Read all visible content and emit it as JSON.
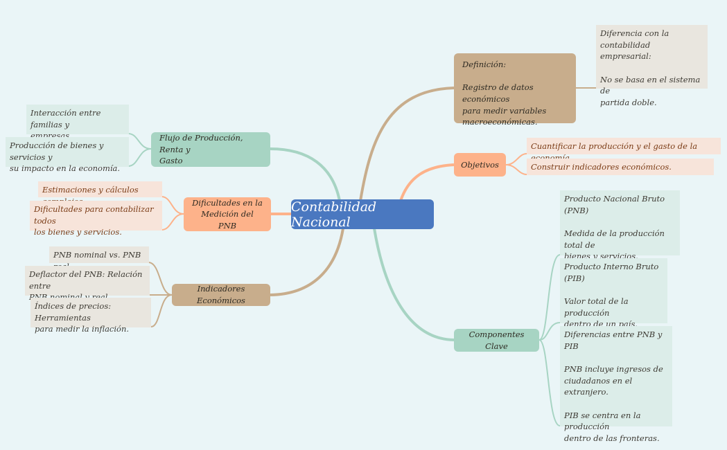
{
  "central": {
    "label": "Contabilidad Nacional"
  },
  "topics": {
    "definicion": {
      "label": "Definición:\n\n Registro de datos económicos\npara medir variables\nmacroeconómicas.",
      "subs": [
        "Diferencia con la contabilidad\nempresarial:\n\n No se basa en el sistema de\npartida doble."
      ]
    },
    "objetivos": {
      "label": "Objetivos",
      "subs": [
        "Cuantificar la producción y el gasto de la economía.",
        "Construir indicadores económicos."
      ]
    },
    "componentes": {
      "label": "Componentes Clave",
      "subs": [
        "Producto Nacional Bruto (PNB)\n\nMedida de la producción total de\nbienes y servicios.",
        "Producto Interno Bruto (PIB)\n\nValor total de la producción\ndentro de un país.",
        "Diferencias entre PNB y PIB\n\nPNB incluye ingresos de\nciudadanos en el extranjero.\n\nPIB se centra en la producción\ndentro de las fronteras."
      ]
    },
    "flujo": {
      "label": "Flujo de Producción, Renta y\nGasto",
      "subs": [
        "Interacción entre familias y\nempresas.",
        "Producción de bienes y servicios y\nsu impacto en la economía."
      ]
    },
    "dificultades": {
      "label": "Dificultades en la\nMedición del PNB",
      "subs": [
        "Estimaciones y cálculos complejos.",
        "Dificultades para contabilizar todos\nlos bienes y servicios."
      ]
    },
    "indicadores": {
      "label": "Indicadores Económicos",
      "subs": [
        "PNB nominal vs. PNB real.",
        "Deflactor del PNB: Relación entre\nPNB nominal y real.",
        "Índices de precios: Herramientas\npara medir la inflación."
      ]
    }
  },
  "colors": {
    "background": "#eaf5f7",
    "central": "#4a78c0",
    "brown": "#c8ad8c",
    "orange": "#fdb28a",
    "green": "#a7d4c3",
    "sub_brown_bg": "#e9e6df",
    "sub_orange_bg": "#f7e4da",
    "sub_green_bg": "#dcede9"
  }
}
